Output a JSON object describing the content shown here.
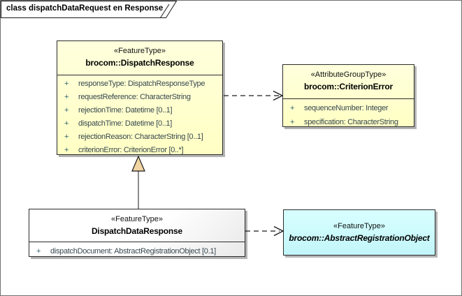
{
  "frame": {
    "title": "class dispatchDataRequest en Response"
  },
  "ui": {
    "plus": "+"
  },
  "colors": {
    "feature_type_fill": "#FFFFCC",
    "abstract_object_fill": "#CCFFFF",
    "concrete_class_fill": "#F5F5F5",
    "box_border": "#2B2B2B",
    "attribute_text": "#37474F",
    "visibility_sign": "#2E5F6E",
    "generalization_triangle_fill": "#F2D5A2",
    "shadow": "#B4B4B4"
  },
  "boxes": {
    "dispatchResponse": {
      "stereotype": "«FeatureType»",
      "name": "brocom::DispatchResponse",
      "attributes": [
        "responseType: DispatchResponseType",
        "requestReference: CharacterString",
        "rejectionTime: Datetime [0..1]",
        "dispatchTime: Datetime [0..1]",
        "rejectionReason: CharacterString [0..1]",
        "criterionError: CriterionError [0..*]"
      ]
    },
    "criterionError": {
      "stereotype": "«AttributeGroupType»",
      "name": "brocom::CriterionError",
      "attributes": [
        "sequenceNumber: Integer",
        "specification: CharacterString"
      ]
    },
    "dispatchDataResponse": {
      "stereotype": "«FeatureType»",
      "name": "DispatchDataResponse",
      "attributes": [
        "dispatchDocument: AbstractRegistrationObject [0.1]"
      ]
    },
    "abstractRegistrationObject": {
      "stereotype": "«FeatureType»",
      "name": "brocom::AbstractRegistrationObject"
    }
  }
}
